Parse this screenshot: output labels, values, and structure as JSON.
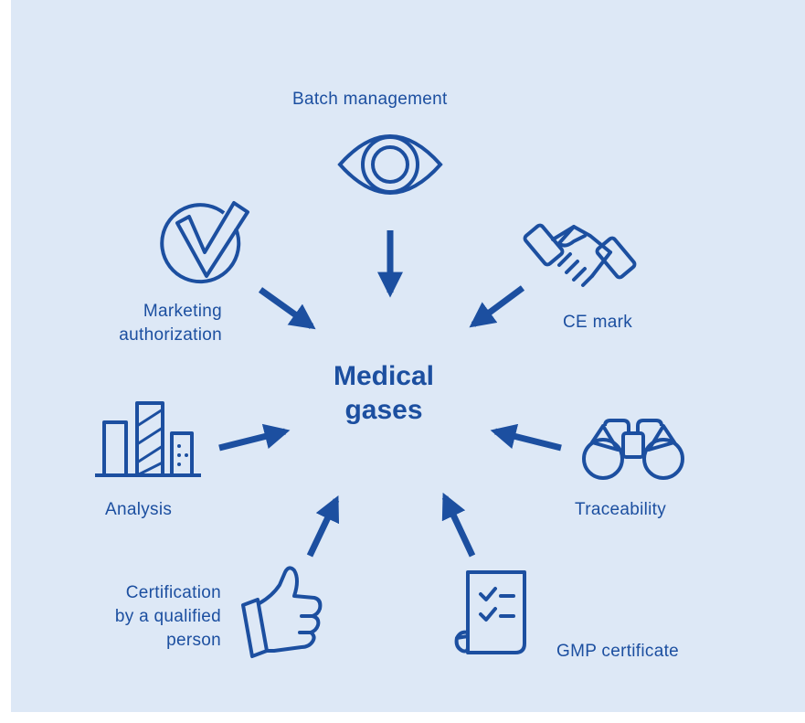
{
  "center": {
    "line1": "Medical",
    "line2": "gases"
  },
  "items": [
    {
      "id": "batch",
      "label": "Batch management",
      "icon": "eye-icon"
    },
    {
      "id": "ce",
      "label": "CE mark",
      "icon": "handshake-icon"
    },
    {
      "id": "traceability",
      "label": "Traceability",
      "icon": "binoculars-icon"
    },
    {
      "id": "gmp",
      "label": "GMP certificate",
      "icon": "checklist-document-icon"
    },
    {
      "id": "certification",
      "label": "Certification\nby a qualified\nperson",
      "icon": "thumbs-up-icon"
    },
    {
      "id": "analysis",
      "label": "Analysis",
      "icon": "bar-chart-icon"
    },
    {
      "id": "marketing",
      "label": "Marketing\nauthorization",
      "icon": "checkmark-circle-icon"
    }
  ],
  "colors": {
    "primary": "#1c4fa0",
    "background": "#dde8f6"
  }
}
